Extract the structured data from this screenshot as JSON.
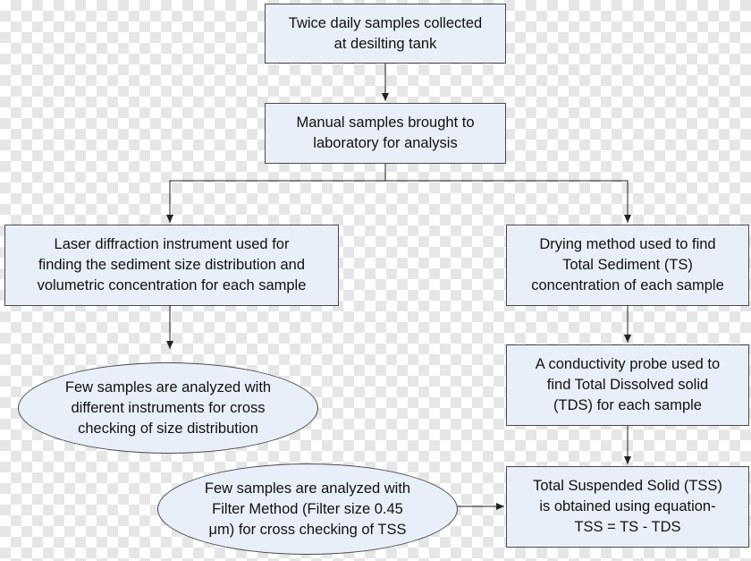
{
  "flowchart": {
    "nodes": [
      {
        "id": "n1",
        "shape": "box",
        "text": "Twice daily samples collected\nat desilting tank"
      },
      {
        "id": "n2",
        "shape": "box",
        "text": "Manual samples brought to\nlaboratory for analysis"
      },
      {
        "id": "n3",
        "shape": "box",
        "text": "Laser diffraction instrument used for\nfinding the sediment size distribution and\nvolumetric concentration for each sample"
      },
      {
        "id": "n4",
        "shape": "box",
        "text": "Drying method used to find\nTotal Sediment (TS)\nconcentration of each sample"
      },
      {
        "id": "n5",
        "shape": "ellipse",
        "text": "Few samples are analyzed with\ndifferent instruments for cross\nchecking of size distribution"
      },
      {
        "id": "n6",
        "shape": "box",
        "text": "A conductivity probe used to\nfind Total Dissolved solid\n(TDS) for each sample"
      },
      {
        "id": "n7",
        "shape": "ellipse",
        "text": "Few samples are analyzed with\nFilter Method (Filter size 0.45\nμm) for cross checking of TSS"
      },
      {
        "id": "n8",
        "shape": "box",
        "text": "Total Suspended Solid (TSS)\nis obtained using equation-\nTSS = TS - TDS"
      }
    ],
    "edges": [
      {
        "from": "n1",
        "to": "n2"
      },
      {
        "from": "n2",
        "to": "n3"
      },
      {
        "from": "n2",
        "to": "n4"
      },
      {
        "from": "n3",
        "to": "n5"
      },
      {
        "from": "n4",
        "to": "n6"
      },
      {
        "from": "n6",
        "to": "n8"
      },
      {
        "from": "n7",
        "to": "n8"
      }
    ]
  }
}
